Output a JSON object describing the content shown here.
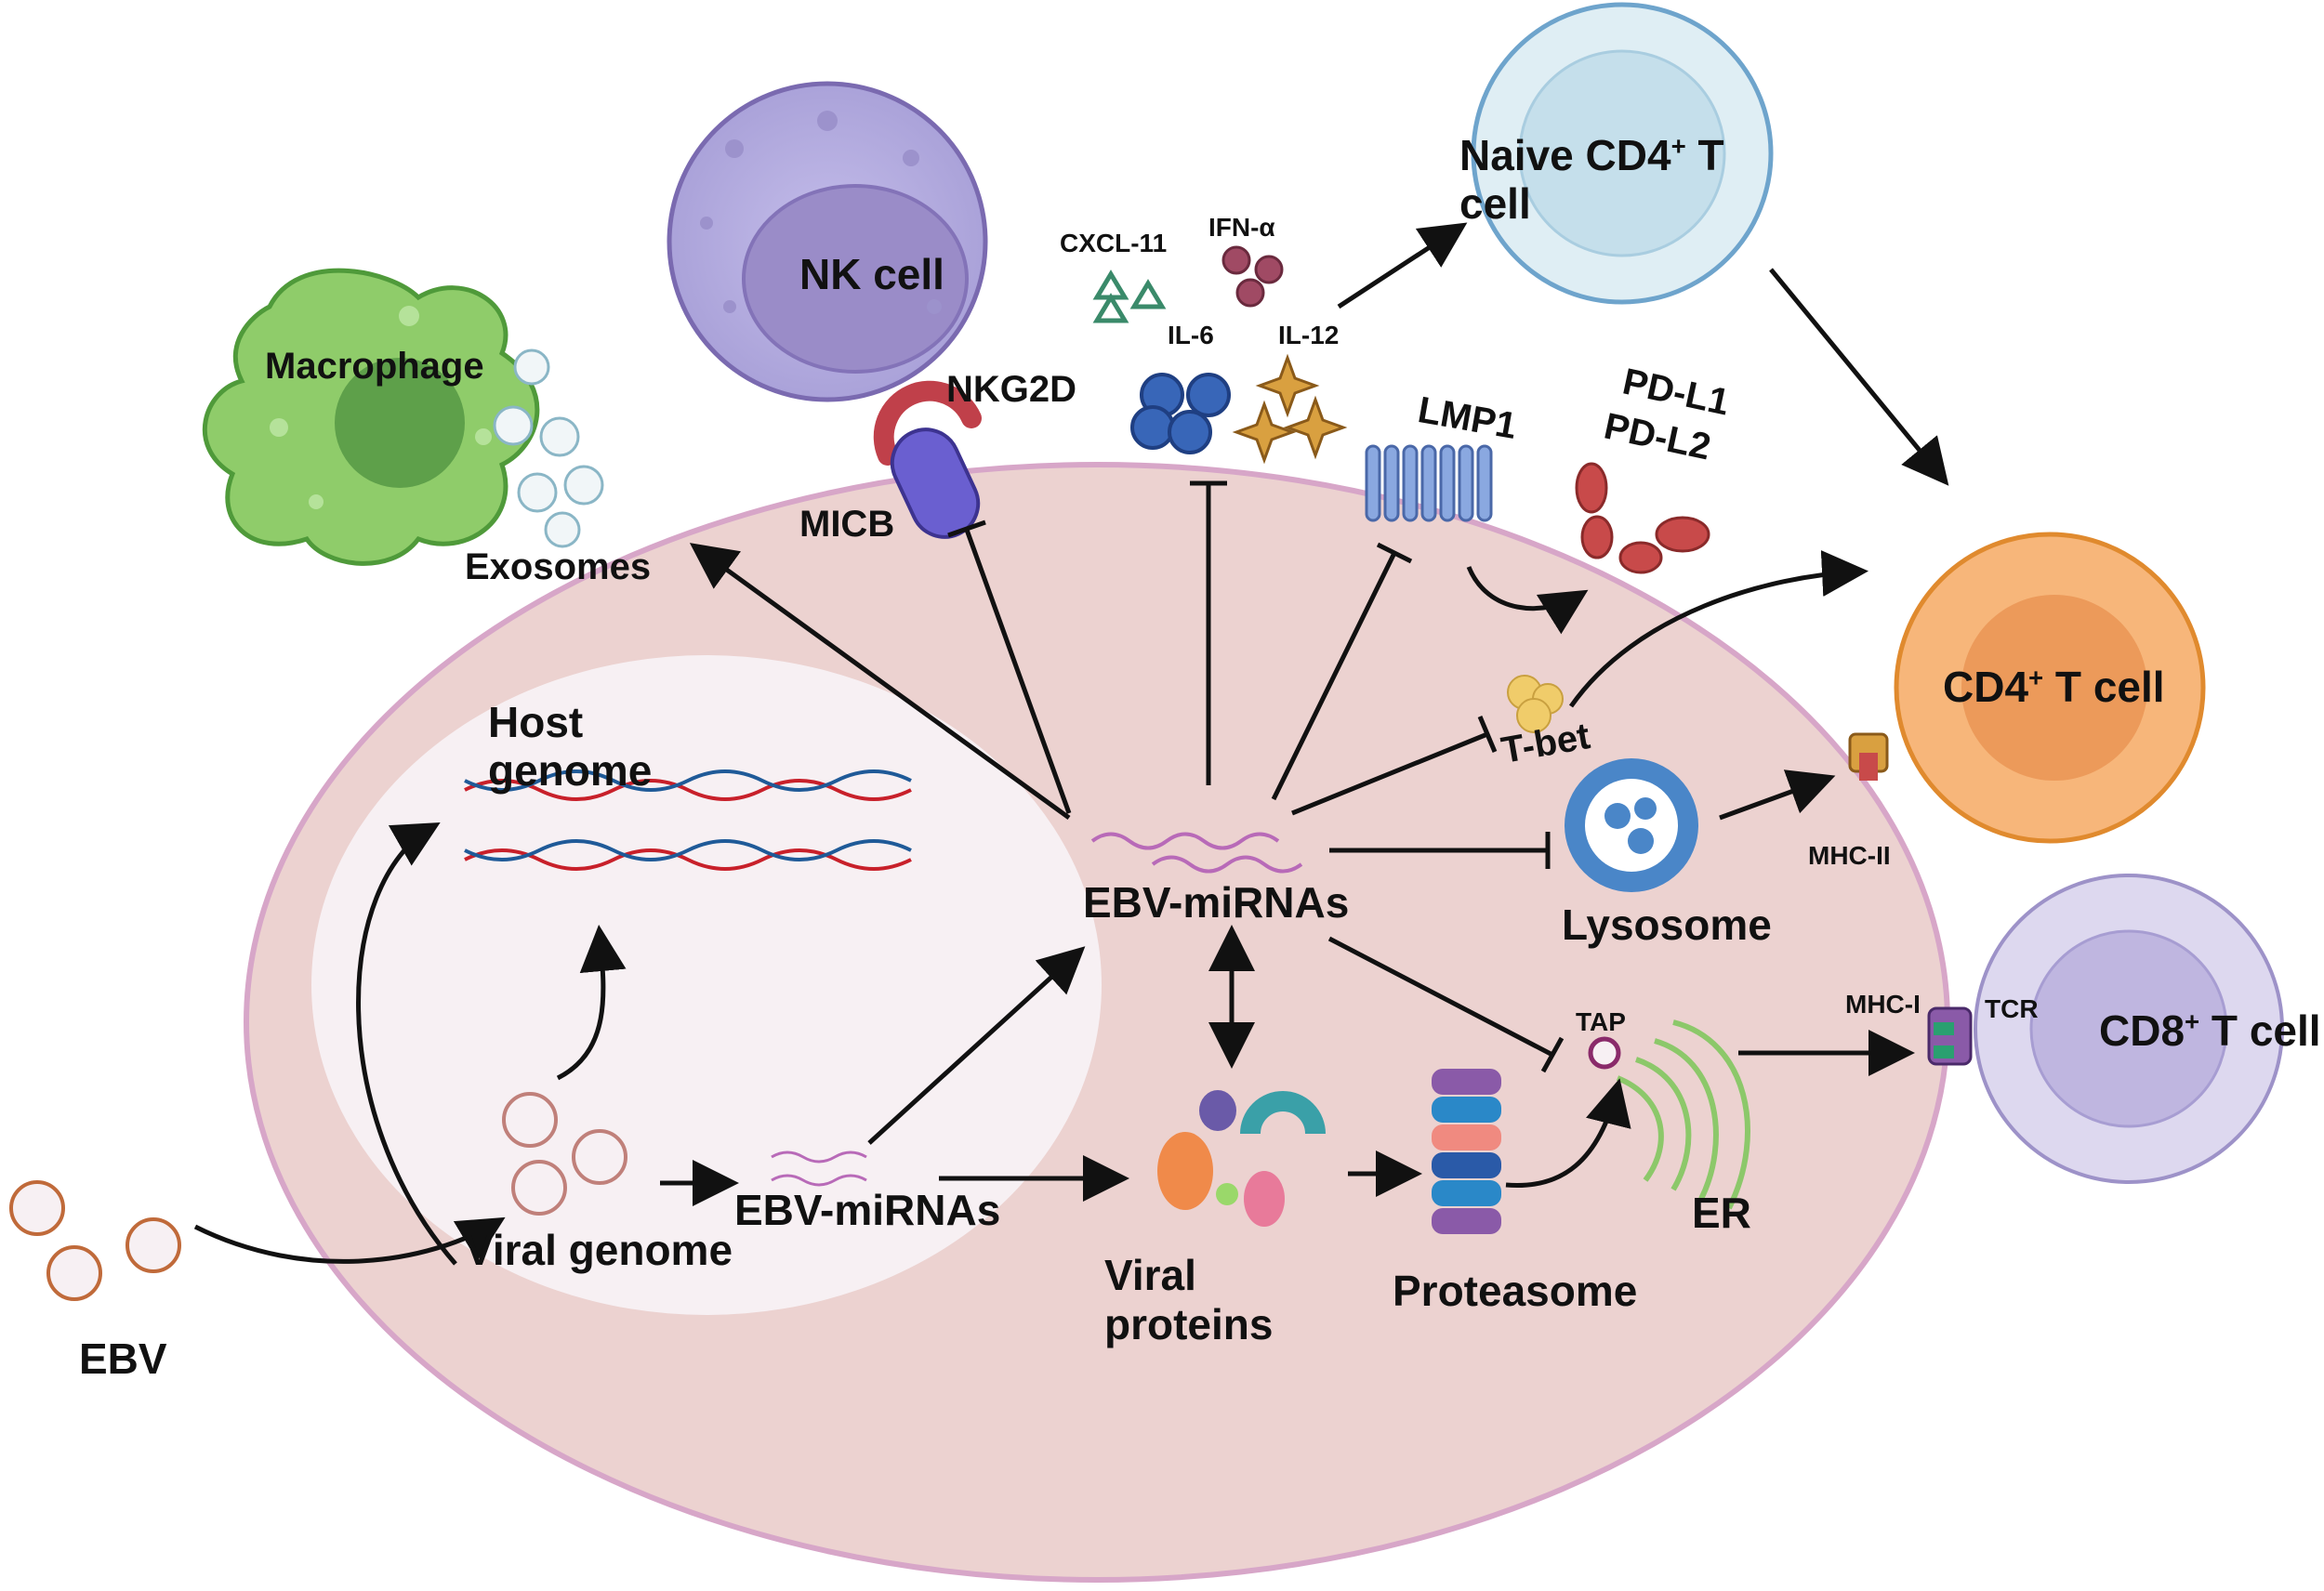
{
  "labels": {
    "naive_cd4": "Naive CD4",
    "naive_cd4_sup": "+",
    "naive_cd4_tail": " T",
    "naive_cd4_line2": "cell",
    "nk_cell": "NK cell",
    "macrophage": "Macrophage",
    "exosomes": "Exosomes",
    "nkg2d": "NKG2D",
    "micb": "MICB",
    "cxcl11": "CXCL-11",
    "ifn_alpha": "IFN-α",
    "il6": "IL-6",
    "il12": "IL-12",
    "lmp1": "LMP1",
    "pdl1": "PD-L1",
    "pdl2": "PD-L2",
    "cd4_t": "CD4",
    "cd4_t_sup": "+",
    "cd4_t_tail": " T cell",
    "tbet": "T-bet",
    "lysosome": "Lysosome",
    "mhc2": "MHC-II",
    "mhc1": "MHC-I",
    "tcr": "TCR",
    "cd8_t": "CD8",
    "cd8_t_sup": "+",
    "cd8_t_tail": " T cell",
    "tap": "TAP",
    "er": "ER",
    "host_genome_1": "Host",
    "host_genome_2": "genome",
    "ebv_mirnas_center": "EBV-miRNAs",
    "ebv_mirnas_nucleus": "EBV-miRNAs",
    "viral_genome": "Viral genome",
    "viral_proteins_1": "Viral",
    "viral_proteins_2": "proteins",
    "proteasome": "Proteasome",
    "ebv": "EBV"
  },
  "colors": {
    "host_cell_fill": "#ecd2d0",
    "host_cell_border": "#d7a6c8",
    "nucleus_fill": "#f7f0f3",
    "nk_fill": "#b6b0e0",
    "nk_nucleus": "#9a8cc8",
    "macrophage_fill": "#8fcc6a",
    "macrophage_nucleus": "#5ea04a",
    "naive_fill": "#dfeef4",
    "naive_border": "#6ea4cc",
    "cd4_fill": "#f7b67a",
    "cd4_border": "#e08a2e",
    "cd4_nucleus": "#ec9a5a",
    "cd8_fill": "#ddd8ef",
    "cd8_nucleus": "#bfb6e0",
    "mirna": "#b86ab8",
    "arrow": "#111111"
  }
}
